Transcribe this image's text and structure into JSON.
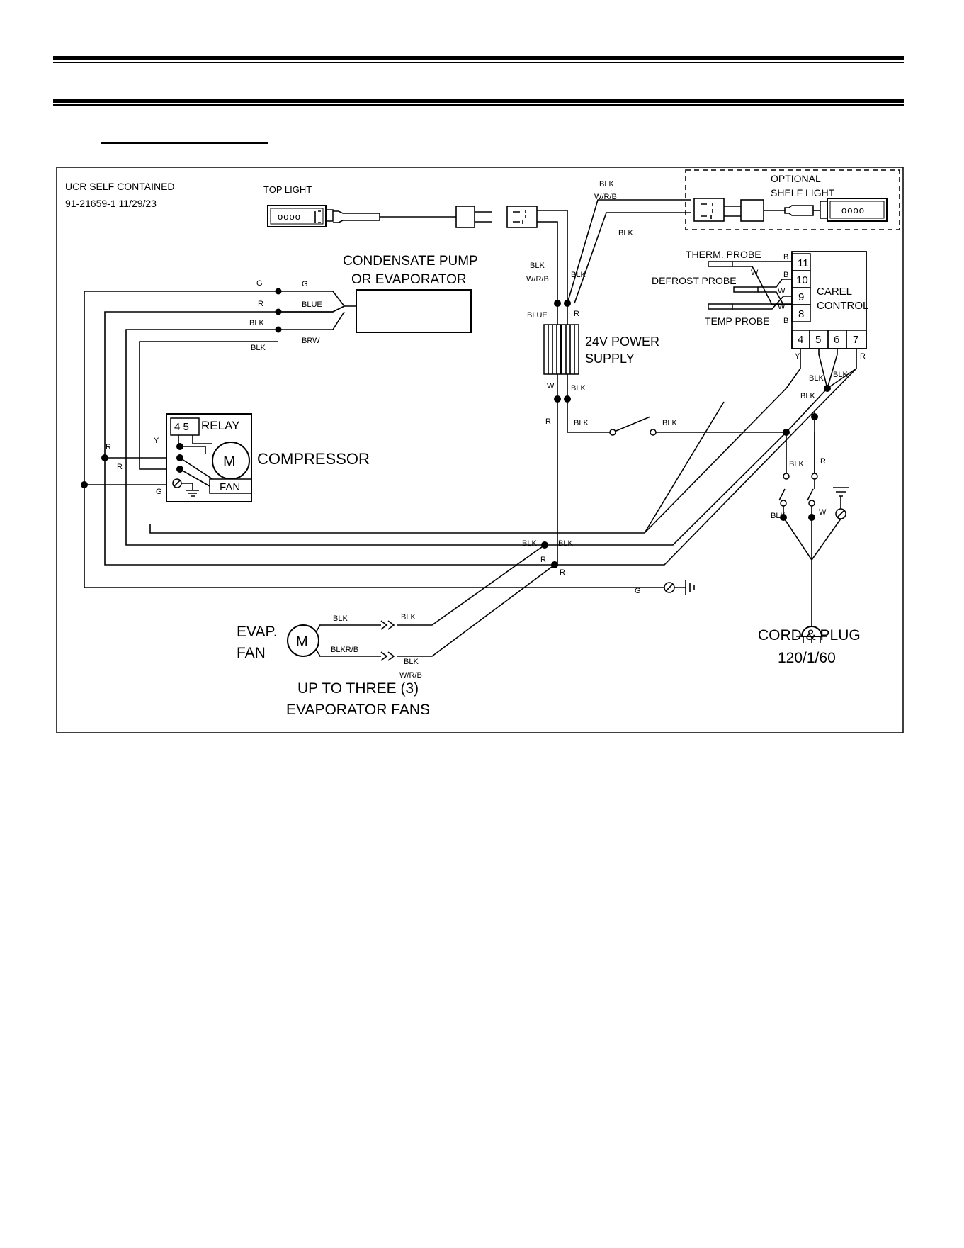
{
  "diagram": {
    "title_line1": "UCR SELF CONTAINED",
    "title_line2": "91-21659-1  11/29/23",
    "top_light": "TOP LIGHT",
    "optional_line1": "OPTIONAL",
    "optional_line2": "SHELF LIGHT",
    "condensate_line1": "CONDENSATE PUMP",
    "condensate_line2": "OR EVAPORATOR",
    "power_supply_line1": "24V POWER",
    "power_supply_line2": "SUPPLY",
    "carel_line1": "CAREL",
    "carel_line2": "CONTROL",
    "therm_probe": "THERM. PROBE",
    "defrost_probe": "DEFROST PROBE",
    "temp_probe": "TEMP PROBE",
    "terminals_top": [
      "11",
      "10",
      "9",
      "8"
    ],
    "terminals_bottom": [
      "4",
      "5",
      "6",
      "7"
    ],
    "relay": "RELAY",
    "relay_pins": "4 5",
    "motor_symbol": "M",
    "fan_box": "FAN",
    "compressor": "COMPRESSOR",
    "evap_fan_line1": "EVAP.",
    "evap_fan_line2": "FAN",
    "up_to_three_line1": "UP TO THREE (3)",
    "up_to_three_line2": "EVAPORATOR FANS",
    "cord_line1": "CORD & PLUG",
    "cord_line2": "120/1/60",
    "wire": {
      "g": "G",
      "r": "R",
      "y": "Y",
      "w": "W",
      "b": "B",
      "blk": "BLK",
      "blue": "BLUE",
      "brw": "BRW",
      "wrb": "W/R/B",
      "blkrb": "BLKR/B"
    }
  }
}
